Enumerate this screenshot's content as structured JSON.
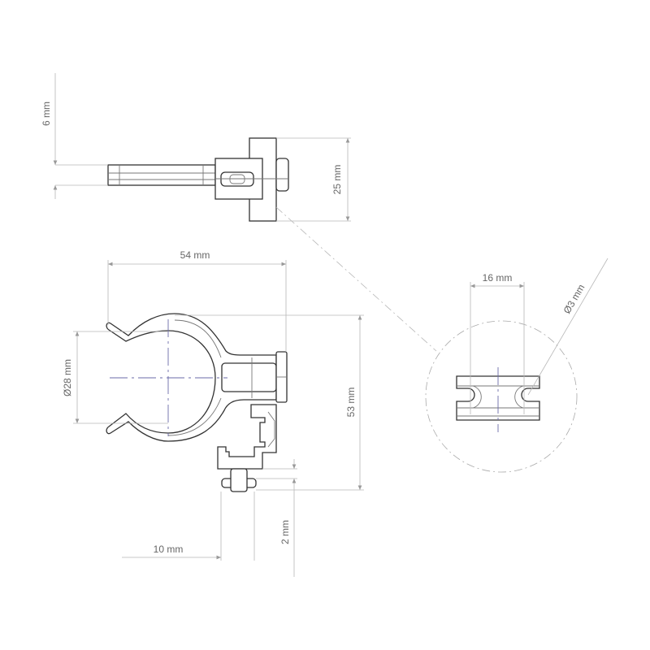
{
  "drawing": {
    "dimensions": {
      "top_thickness": "6 mm",
      "top_height": "25 mm",
      "width": "54 mm",
      "clip_diameter": "Ø28 mm",
      "height": "53 mm",
      "knob_offset": "10 mm",
      "gap": "2 mm",
      "detail_width": "16 mm",
      "detail_hole": "Ø3 mm"
    }
  }
}
